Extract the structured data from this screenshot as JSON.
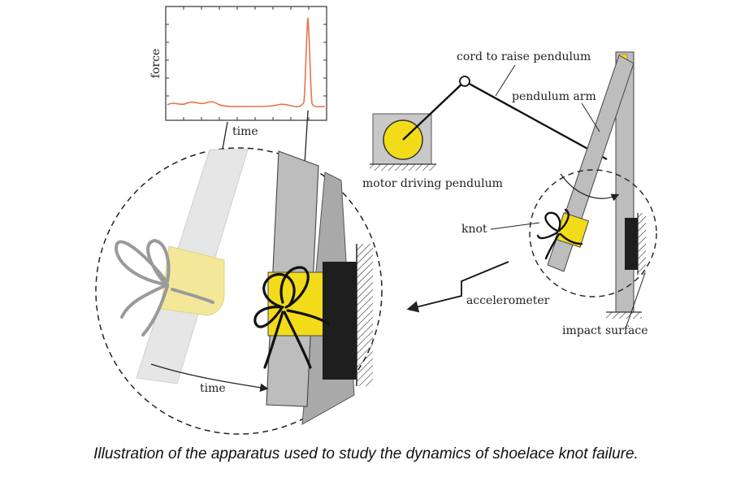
{
  "labels": {
    "force": "force",
    "time_top": "time",
    "time_bottom": "time",
    "cord": "cord to raise pendulum",
    "pendulum_arm": "pendulum arm",
    "motor": "motor driving pendulum",
    "knot": "knot",
    "accelerometer": "accelerometer",
    "impact_surface": "impact surface"
  },
  "caption": "Illustration of the apparatus used to study the dynamics of shoelace knot failure.",
  "colors": {
    "force_trace": "#e8744a",
    "knot_yellow": "#f2dc1a",
    "faded_yellow": "#f3e79a",
    "arm_gray": "#bdbdbd",
    "dark_block": "#222222"
  }
}
